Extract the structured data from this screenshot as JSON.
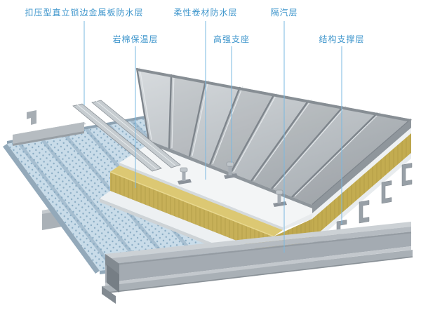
{
  "background": "#ffffff",
  "accent_colors": {
    "label_text": "#3f96cc",
    "leader_line": "#7ab8e0",
    "panel_gray": "#bcc2c6",
    "membrane_white": "#f3f5f6",
    "insulation_yellow": "#c7b058",
    "deck_blue": "#c9dce9",
    "steel_gray": "#a6adb4"
  },
  "diagram": {
    "type": "roof-assembly-exploded-isometric",
    "layers": {
      "standing_seam_panel": "扣压型直立锁边金属板防水层",
      "rock_wool_insulation": "岩棉保温层",
      "flexible_membrane": "柔性卷材防水层",
      "support_pedestal": "高强支座",
      "vapor_barrier": "隔汽层",
      "structural_support": "结构支撑层"
    }
  }
}
